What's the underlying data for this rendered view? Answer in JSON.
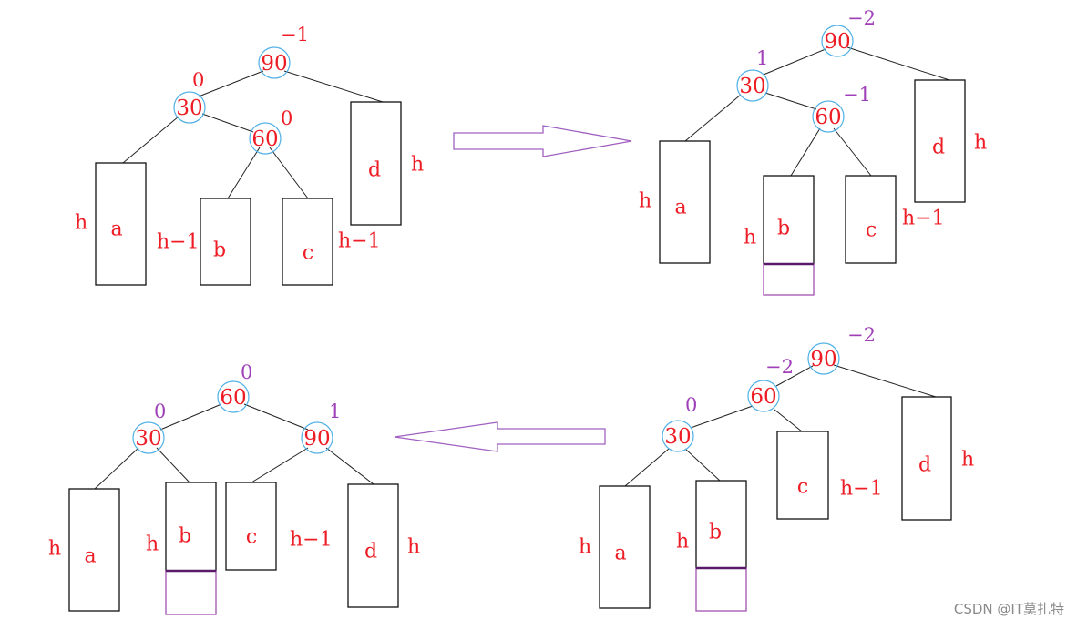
{
  "diagram": {
    "panels": [
      {
        "id": "initial",
        "nodes": [
          {
            "id": "n90",
            "label": "90",
            "balance": "−1"
          },
          {
            "id": "n30",
            "label": "30",
            "balance": "0"
          },
          {
            "id": "n60",
            "label": "60",
            "balance": "0"
          }
        ],
        "subtrees": [
          {
            "label": "a",
            "height": "h"
          },
          {
            "label": "b",
            "height": "h−1"
          },
          {
            "label": "c",
            "height": "h−1"
          },
          {
            "label": "d",
            "height": "h"
          }
        ]
      },
      {
        "id": "after-insert",
        "nodes": [
          {
            "id": "n90",
            "label": "90",
            "balance": "−2"
          },
          {
            "id": "n30",
            "label": "30",
            "balance": "1"
          },
          {
            "id": "n60",
            "label": "60",
            "balance": "−1"
          }
        ],
        "subtrees": [
          {
            "label": "a",
            "height": "h"
          },
          {
            "label": "b",
            "height": "h"
          },
          {
            "label": "c",
            "height": "h−1"
          },
          {
            "label": "d",
            "height": "h"
          }
        ]
      },
      {
        "id": "after-left-rotation",
        "nodes": [
          {
            "id": "n90",
            "label": "90",
            "balance": "−2"
          },
          {
            "id": "n60",
            "label": "60",
            "balance": "−2"
          },
          {
            "id": "n30",
            "label": "30",
            "balance": "0"
          }
        ],
        "subtrees": [
          {
            "label": "a",
            "height": "h"
          },
          {
            "label": "b",
            "height": "h"
          },
          {
            "label": "c",
            "height": "h−1"
          },
          {
            "label": "d",
            "height": "h"
          }
        ]
      },
      {
        "id": "after-right-rotation",
        "nodes": [
          {
            "id": "n60",
            "label": "60",
            "balance": "0"
          },
          {
            "id": "n30",
            "label": "30",
            "balance": "0"
          },
          {
            "id": "n90",
            "label": "90",
            "balance": "1"
          }
        ],
        "subtrees": [
          {
            "label": "a",
            "height": "h"
          },
          {
            "label": "b",
            "height": "h"
          },
          {
            "label": "c",
            "height": "h−1"
          },
          {
            "label": "d",
            "height": "h"
          }
        ]
      }
    ],
    "colors": {
      "node_text": "#ee1c24",
      "node_circle": "#4fb0e6",
      "balance_initial": "#ee1c24",
      "balance_updated": "#a040b8",
      "arrow": "#a060c0"
    },
    "watermark": "CSDN @IT莫扎特"
  }
}
